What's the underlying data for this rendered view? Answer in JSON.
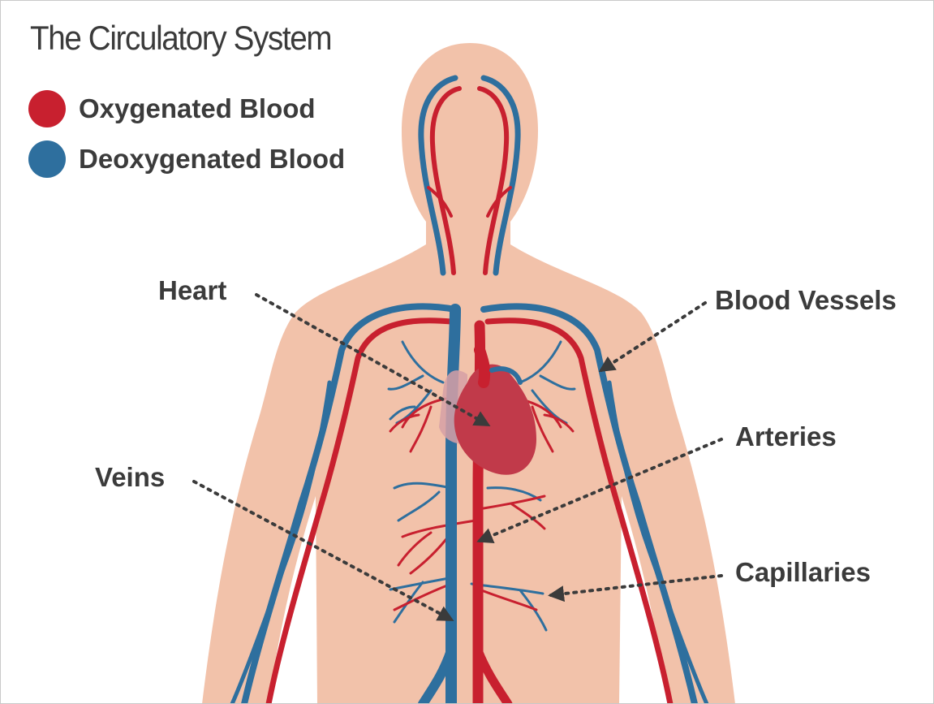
{
  "title": "The Circulatory System",
  "legend": [
    {
      "label": "Oxygenated Blood",
      "color": "#c8202f"
    },
    {
      "label": "Deoxygenated Blood",
      "color": "#2e6f9e"
    }
  ],
  "callouts": {
    "heart": "Heart",
    "blood_vessels": "Blood Vessels",
    "arteries": "Arteries",
    "veins": "Veins",
    "capillaries": "Capillaries"
  },
  "colors": {
    "skin": "#f2c2aa",
    "artery": "#c8202f",
    "vein": "#2e6f9e",
    "heart": "#c13a4a",
    "text": "#3b3b3b"
  }
}
